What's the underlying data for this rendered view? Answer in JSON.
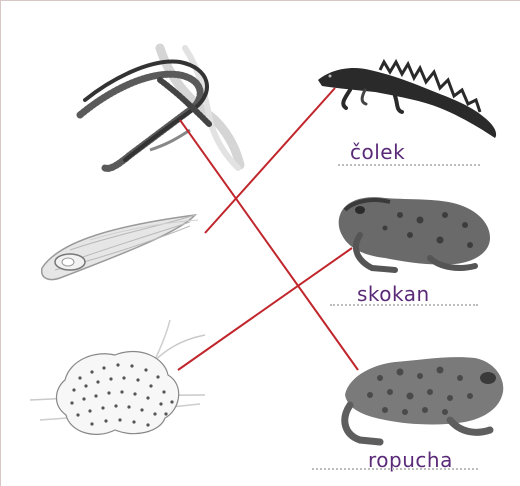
{
  "labels": {
    "newt": "čolek",
    "frog": "skokan",
    "toad": "ropucha"
  },
  "colors": {
    "match_line": "#c0262c",
    "label_text": "#5a2a78",
    "dotted_rule": "#bdbdbd"
  },
  "matches": [
    {
      "from": "strands-of-eggs",
      "to": "toad"
    },
    {
      "from": "egg-tube",
      "to": "newt"
    },
    {
      "from": "egg-clump",
      "to": "frog"
    }
  ]
}
